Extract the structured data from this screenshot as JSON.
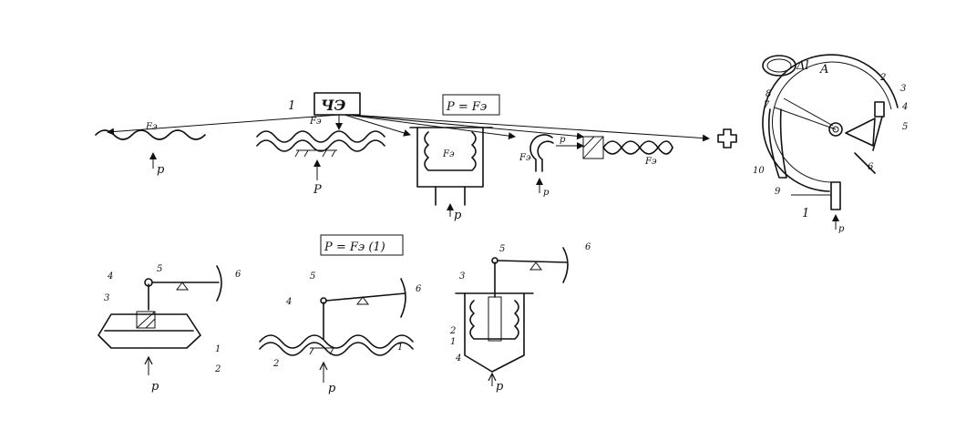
{
  "top": {
    "box_label": "ЧЭ",
    "leader_number": "1",
    "formula": "P = Fэ",
    "force": "Fэ",
    "pressure": "p",
    "pressure_cap": "P"
  },
  "bottom": {
    "formula": "P = Fэ (1)",
    "n1": "1",
    "n2": "2",
    "n3": "3",
    "n4": "4",
    "n5": "5",
    "n6": "6",
    "p": "p"
  },
  "right": {
    "n1": "1",
    "n2": "2",
    "n3": "3",
    "n4": "4",
    "n5": "5",
    "n6": "6",
    "n7": "7",
    "n8": "8",
    "n9": "9",
    "n10": "10",
    "A": "A",
    "dl": "Δl",
    "p": "p"
  }
}
